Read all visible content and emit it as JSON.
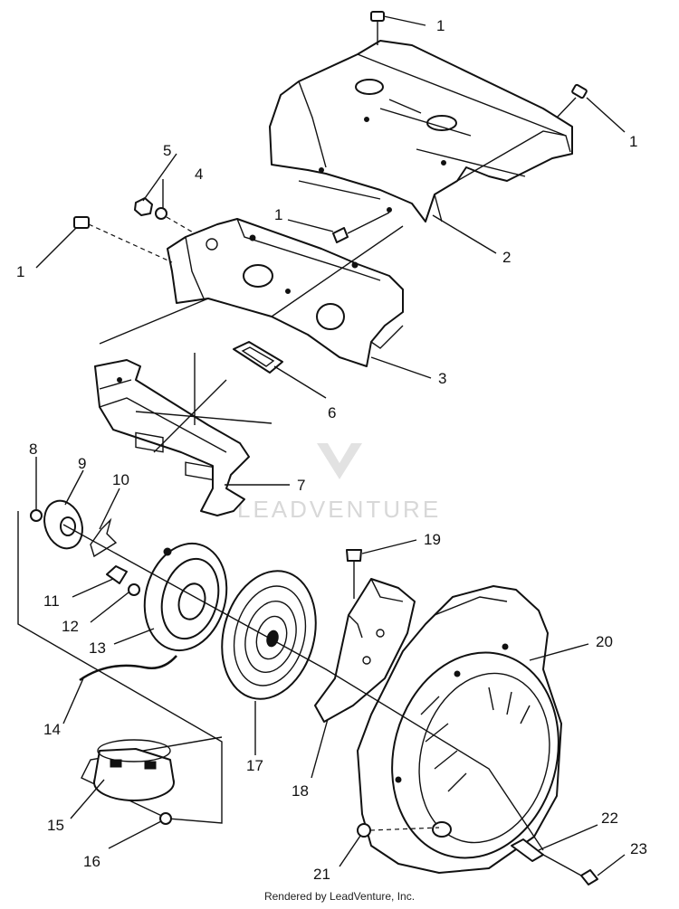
{
  "diagram": {
    "callouts": [
      "1",
      "1",
      "1",
      "1",
      "2",
      "3",
      "4",
      "5",
      "6",
      "7",
      "8",
      "9",
      "10",
      "11",
      "12",
      "13",
      "14",
      "15",
      "16",
      "17",
      "18",
      "19",
      "20",
      "21",
      "22",
      "23"
    ],
    "watermark": "LEADVENTURE",
    "footer": "Rendered by LeadVenture, Inc."
  }
}
